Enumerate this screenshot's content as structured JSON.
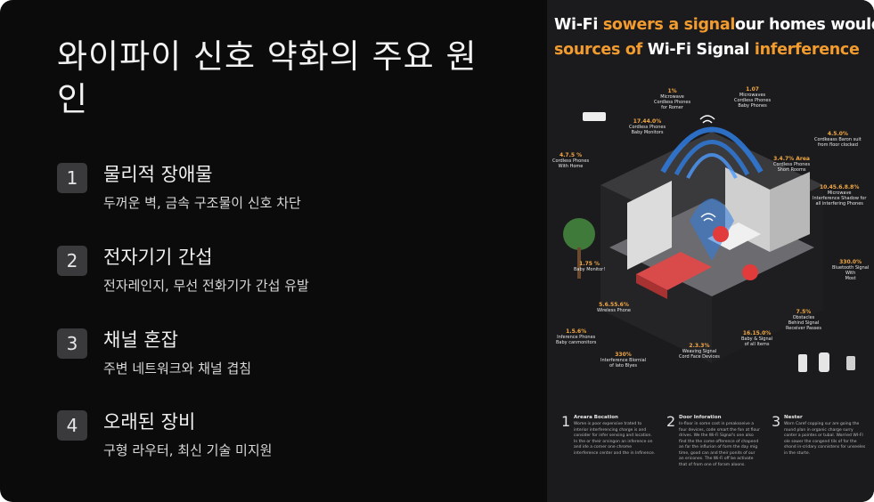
{
  "slide": {
    "title": "와이파이 신호 약화의 주요 원인",
    "items": [
      {
        "num": "1",
        "title": "물리적 장애물",
        "desc": "두꺼운 벽, 금속 구조물이 신호 차단"
      },
      {
        "num": "2",
        "title": "전자기기 간섭",
        "desc": "전자레인지, 무선 전화기가 간섭 유발"
      },
      {
        "num": "3",
        "title": "채널 혼잡",
        "desc": "주변 네트워크와 채널 겹침"
      },
      {
        "num": "4",
        "title": "오래된 장비",
        "desc": "구형 라우터, 최신 기술 미지원"
      }
    ]
  },
  "poster": {
    "title_line1_a": "Wi-Fi ",
    "title_line1_b": "sowers a signal",
    "title_line1_c": "our homes would",
    "title_line2_a": "sources of ",
    "title_line2_b": "Wi-Fi Signal ",
    "title_line2_c": "inferference",
    "labels": [
      {
        "value": "1%",
        "text": "Microwave\nCordless Phones\nfor Romer"
      },
      {
        "value": "1.07",
        "text": "Microwaves\nCordless Phones\nBaby Phones"
      },
      {
        "value": "17.44.0%",
        "text": "Cordless Phones\nBaby Monitors"
      },
      {
        "value": "4.5.0%",
        "text": "Cordkeass Baron suit\nfrom floor clocked"
      },
      {
        "value": "4.7.5 %",
        "text": "Cordless Phones\nWith Home"
      },
      {
        "value": "3.4.7% Area",
        "text": "Cordless Phones\nShort Rooms"
      },
      {
        "value": "10.45.6.8.8%",
        "text": "Microwave\nInterference Shadow for\nall interfering Phones"
      },
      {
        "value": "1.75 %",
        "text": "Baby Monitor!"
      },
      {
        "value": "330.0%",
        "text": "Bluetooth Signal\nWith\nMost"
      },
      {
        "value": "5.6.55.6%",
        "text": "Wireless Phone"
      },
      {
        "value": "7.5%",
        "text": "Obstacles\nBehind Signal\nReceiver Passes"
      },
      {
        "value": "1.5.6%",
        "text": "Inference Phones\nBaby canmonitors"
      },
      {
        "value": "16.15.0%",
        "text": "Baby & Signal\nof all Items"
      },
      {
        "value": "2.3.3%",
        "text": "Weaving Signal\nCord Face Devices"
      },
      {
        "value": "330%",
        "text": "Interference Blornial\nof lato Blyes"
      }
    ],
    "bottom": [
      {
        "num": "1",
        "head": "Areara Bocation",
        "text": "Wome is poor expensive trated to interior interferencing charge is and consider for infer sensing and location. In the or their orsingon an inference on and ide a corner one chrome interference center and the in Infinence."
      },
      {
        "num": "2",
        "head": "Door Inforation",
        "text": "In-floor in some cost in preaksseive a four devices, code smart the fon at flour drives. We the Wi-Fi Signal's one also find the the come ofference of chapend an far the influrion of form the day mig time, good can and their ponits of our an ericones. The Wi-Fi off be activate that of from one of foram aloons."
      },
      {
        "num": "3",
        "head": "Nester",
        "text": "Worn Caref copping sur are going the round plan in organic charge surry conter a pointes or tubal. Worried WI-FI ole sower the congend tils of for the shond in-cridary connistens for unseeles in the sturte."
      }
    ],
    "colors": {
      "accent_orange": "#f29b2e",
      "signal_blue": "#2f7de1",
      "pin_red": "#e23b3b"
    }
  }
}
